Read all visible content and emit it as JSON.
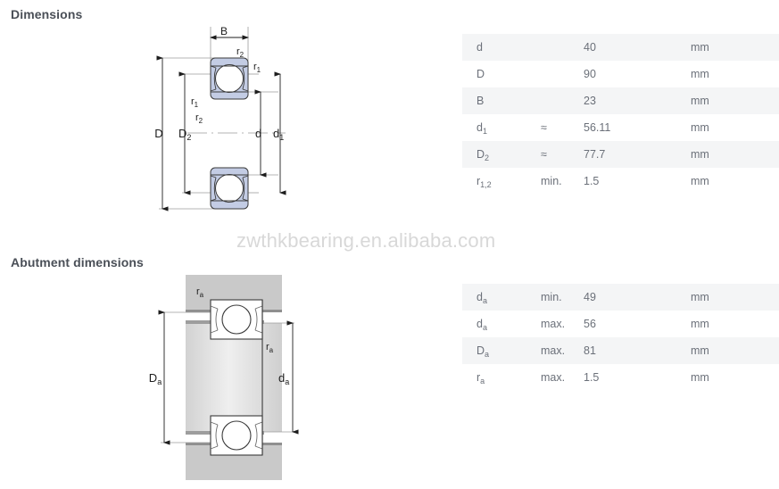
{
  "sections": {
    "dimensions": {
      "heading": "Dimensions",
      "diagram": {
        "labels": {
          "width": "B",
          "outer_diameter": "D",
          "outer_shoulder_diameter": "D",
          "outer_shoulder_sub": "2",
          "bore": "d",
          "inner_shoulder_diameter": "d",
          "inner_shoulder_sub": "1",
          "fillet_r1": "r",
          "fillet_r1_sub": "1",
          "fillet_r2": "r",
          "fillet_r2_sub": "2"
        }
      },
      "table": {
        "rows": [
          {
            "symbol": "d",
            "sub": "",
            "qualifier": "",
            "value": "40",
            "unit": "mm"
          },
          {
            "symbol": "D",
            "sub": "",
            "qualifier": "",
            "value": "90",
            "unit": "mm"
          },
          {
            "symbol": "B",
            "sub": "",
            "qualifier": "",
            "value": "23",
            "unit": "mm"
          },
          {
            "symbol": "d",
            "sub": "1",
            "qualifier": "≈",
            "value": "56.11",
            "unit": "mm"
          },
          {
            "symbol": "D",
            "sub": "2",
            "qualifier": "≈",
            "value": "77.7",
            "unit": "mm"
          },
          {
            "symbol": "r",
            "sub": "1,2",
            "qualifier": "min.",
            "value": "1.5",
            "unit": "mm"
          }
        ]
      }
    },
    "abutment": {
      "heading": "Abutment dimensions",
      "diagram": {
        "labels": {
          "housing_diameter": "D",
          "housing_sub": "a",
          "shaft_diameter": "d",
          "shaft_sub": "a",
          "fillet": "r",
          "fillet_sub": "a"
        }
      },
      "table": {
        "rows": [
          {
            "symbol": "d",
            "sub": "a",
            "qualifier": "min.",
            "value": "49",
            "unit": "mm"
          },
          {
            "symbol": "d",
            "sub": "a",
            "qualifier": "max.",
            "value": "56",
            "unit": "mm"
          },
          {
            "symbol": "D",
            "sub": "a",
            "qualifier": "max.",
            "value": "81",
            "unit": "mm"
          },
          {
            "symbol": "r",
            "sub": "a",
            "qualifier": "max.",
            "value": "1.5",
            "unit": "mm"
          }
        ]
      }
    }
  },
  "watermark": {
    "text": "zwthkbearing.en.alibaba.com"
  },
  "colors": {
    "heading": "#4a4f57",
    "table_text": "#6b7079",
    "row_striped": "#f4f5f6",
    "row_plain": "#ffffff",
    "bearing_ring_fill": "#c3cce4",
    "bearing_outline": "#3a3a3a",
    "abutment_gray": "#c9c9c9",
    "watermark": "#d8d8d8"
  }
}
